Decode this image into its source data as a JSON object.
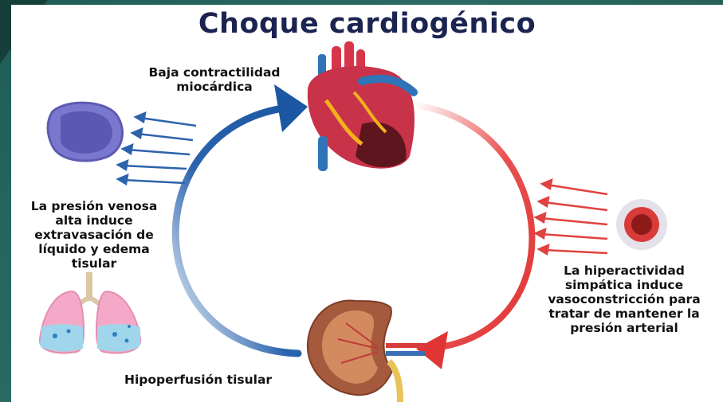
{
  "title": "Choque cardiogénico",
  "labels": {
    "top": [
      "Baja contractilidad",
      "miocárdica"
    ],
    "left": [
      "La presión venosa",
      "alta induce",
      "extravasación de",
      "líquido y edema",
      "tisular"
    ],
    "right": [
      "La hiperactividad",
      "simpática induce",
      "vasoconstricción para",
      "tratar de mantener la",
      "presión arterial"
    ],
    "bottom": "Hipoperfusión tisular"
  },
  "colors": {
    "background": "#1f5e56",
    "title": "#1b2351",
    "blue_arrow": "#1f5aa6",
    "red_arrow": "#e23b3b",
    "heart": "#c8334a",
    "cell": "#6a68c0",
    "vessel": "#b52a2a",
    "lungs": "#f2a7c7",
    "kidney": "#a45a3c"
  },
  "icons": [
    "heart-icon",
    "swollen-cell-icon",
    "constricted-vessel-icon",
    "lungs-icon",
    "kidney-icon"
  ]
}
